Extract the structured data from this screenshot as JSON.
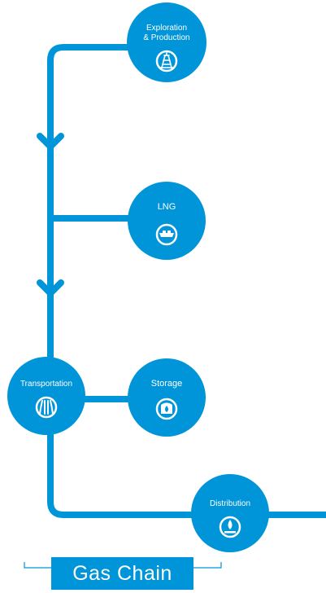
{
  "colors": {
    "accent": "#0095d9",
    "icon_fill": "#0095d9",
    "background": "#ffffff"
  },
  "nodes": {
    "exploration": {
      "label_line1": "Exploration",
      "label_line2": "& Production",
      "icon": "oil-rig-icon"
    },
    "lng": {
      "label": "LNG",
      "icon": "tanker-ship-icon"
    },
    "transportation": {
      "label": "Transportation",
      "icon": "pipeline-icon"
    },
    "storage": {
      "label": "Storage",
      "icon": "storage-tank-icon"
    },
    "distribution": {
      "label": "Distribution",
      "icon": "gas-burner-icon"
    }
  },
  "title": "Gas Chain"
}
